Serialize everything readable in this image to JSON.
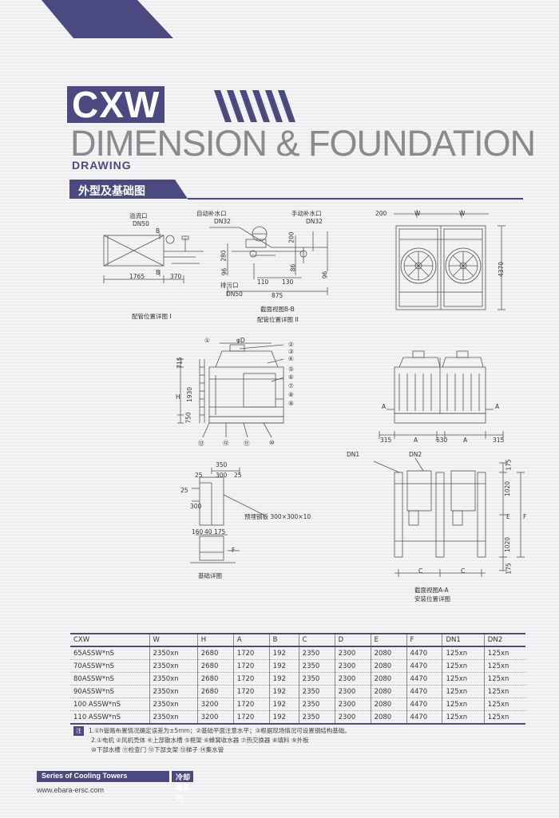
{
  "header": {
    "model": "CXW",
    "title": "DIMENSION & FOUNDATION",
    "subtitle": "DRAWING",
    "section": "外型及基础图"
  },
  "drawing_labels": {
    "overflow": "溢流口",
    "dn50a": "DN50",
    "auto_fill": "自动补水口",
    "dn32a": "DN32",
    "manual_fill": "手动补水口",
    "dn32b": "DN32",
    "drain": "排污口",
    "dn50b": "DN50",
    "d1765": "1765",
    "d370": "370",
    "d875": "875",
    "d110": "110",
    "d130": "130",
    "d280": "280",
    "d96a": "96",
    "d96b": "96",
    "d86": "86",
    "d200a": "200",
    "d200b": "200",
    "lblB1": "B",
    "lblB2": "B",
    "section_bb": "截面视图B-B",
    "pipe_detail1": "配管位置详图 I",
    "pipe_detail2": "配管位置详图 II",
    "W1": "W",
    "W2": "W",
    "d4370": "4370",
    "phiD": "φD",
    "d715": "715",
    "d1930": "1930",
    "d750": "750",
    "H": "H",
    "A1": "A",
    "A2": "A",
    "Aa": "A",
    "Ab": "A",
    "d315a": "315",
    "d630": "630",
    "d315b": "315",
    "d350": "350",
    "d25a": "25",
    "d300a": "300",
    "d25b": "25",
    "d25c": "25",
    "d300b": "300",
    "d160": "160",
    "d40": "40",
    "d175f": "175",
    "lblF1": "F",
    "plate": "预埋钢板 300×300×10",
    "foundation": "基础详图",
    "dn1": "DN1",
    "dn2": "DN2",
    "d175a": "175",
    "d1020a": "1020",
    "E": "E",
    "F": "F",
    "d1020b": "1020",
    "d175b": "175",
    "C1": "C",
    "C2": "C",
    "section_aa": "截面视图A-A",
    "install": "安装位置详图",
    "n1": "①",
    "n2": "②",
    "n3": "③",
    "n4": "④",
    "n5": "⑤",
    "n6": "⑥",
    "n7": "⑦",
    "n8": "⑧",
    "n9": "⑨",
    "n10": "⑩",
    "n11": "⑪",
    "n12": "⑫",
    "n13": "⑬"
  },
  "table": {
    "headers": [
      "CXW",
      "W",
      "H",
      "A",
      "B",
      "C",
      "D",
      "E",
      "F",
      "DN1",
      "DN2"
    ],
    "rows": [
      [
        "65ASSW*nS",
        "2350xn",
        "2680",
        "1720",
        "192",
        "2350",
        "2300",
        "2080",
        "4470",
        "125xn",
        "125xn"
      ],
      [
        "70ASSW*nS",
        "2350xn",
        "2680",
        "1720",
        "192",
        "2350",
        "2300",
        "2080",
        "4470",
        "125xn",
        "125xn"
      ],
      [
        "80ASSW*nS",
        "2350xn",
        "2680",
        "1720",
        "192",
        "2350",
        "2300",
        "2080",
        "4470",
        "125xn",
        "125xn"
      ],
      [
        "90ASSW*nS",
        "2350xn",
        "2680",
        "1720",
        "192",
        "2350",
        "2300",
        "2080",
        "4470",
        "125xn",
        "125xn"
      ],
      [
        "100 ASSW*nS",
        "2350xn",
        "3200",
        "1720",
        "192",
        "2350",
        "2300",
        "2080",
        "4470",
        "125xn",
        "125xn"
      ],
      [
        "110 ASSW*nS",
        "2350xn",
        "3200",
        "1720",
        "192",
        "2350",
        "2300",
        "2080",
        "4470",
        "125xn",
        "125xn"
      ]
    ]
  },
  "notes": {
    "tag": "注",
    "line1": "1.①h管路布置情况确定误差为±5mm；②基础平面注意水平；③根据现场情况可设置钢结构基础。",
    "line2": "2.①电机  ②风机壳体  ④上部散水槽  ⑤框架  ⑥蜂窝收水器  ⑦热交换器  ⑧填料  ⑨外板",
    "line3": "⑩下部水槽  ⑪检查门  ⑫下部支架  ⑬梯子  ⑭集水管"
  },
  "footer": {
    "series_en": "Series of Cooling Towers",
    "series_cn": "冷却塔系列",
    "url": "www.ebara-ersc.com"
  },
  "colors": {
    "brand": "#4b4a80",
    "title_gray": "#8a8a8e"
  }
}
